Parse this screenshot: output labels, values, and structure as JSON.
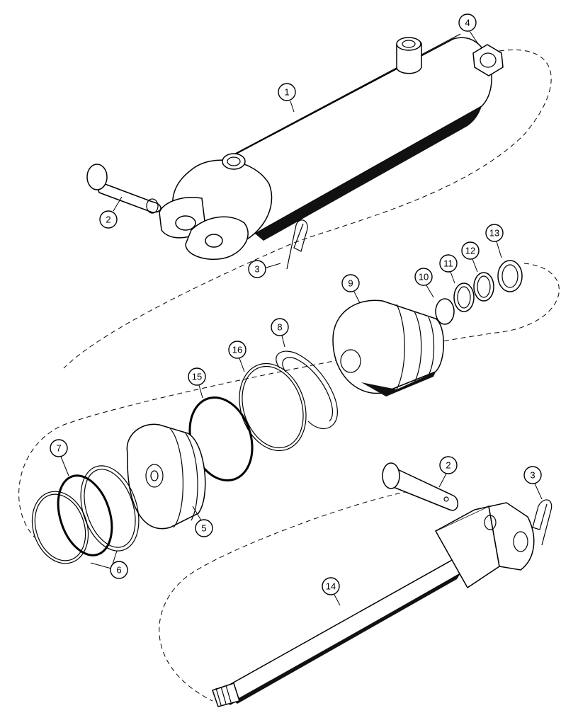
{
  "callouts": [
    {
      "id": "c1",
      "text": "1"
    },
    {
      "id": "c2a",
      "text": "2"
    },
    {
      "id": "c3a",
      "text": "3"
    },
    {
      "id": "c4",
      "text": "4"
    },
    {
      "id": "c9",
      "text": "9"
    },
    {
      "id": "c10",
      "text": "10"
    },
    {
      "id": "c11",
      "text": "11"
    },
    {
      "id": "c12",
      "text": "12"
    },
    {
      "id": "c13",
      "text": "13"
    },
    {
      "id": "c8",
      "text": "8"
    },
    {
      "id": "c16",
      "text": "16"
    },
    {
      "id": "c15",
      "text": "15"
    },
    {
      "id": "c7",
      "text": "7"
    },
    {
      "id": "c5",
      "text": "5"
    },
    {
      "id": "c6",
      "text": "6"
    },
    {
      "id": "c2b",
      "text": "2"
    },
    {
      "id": "c3b",
      "text": "3"
    },
    {
      "id": "c14",
      "text": "14"
    }
  ]
}
